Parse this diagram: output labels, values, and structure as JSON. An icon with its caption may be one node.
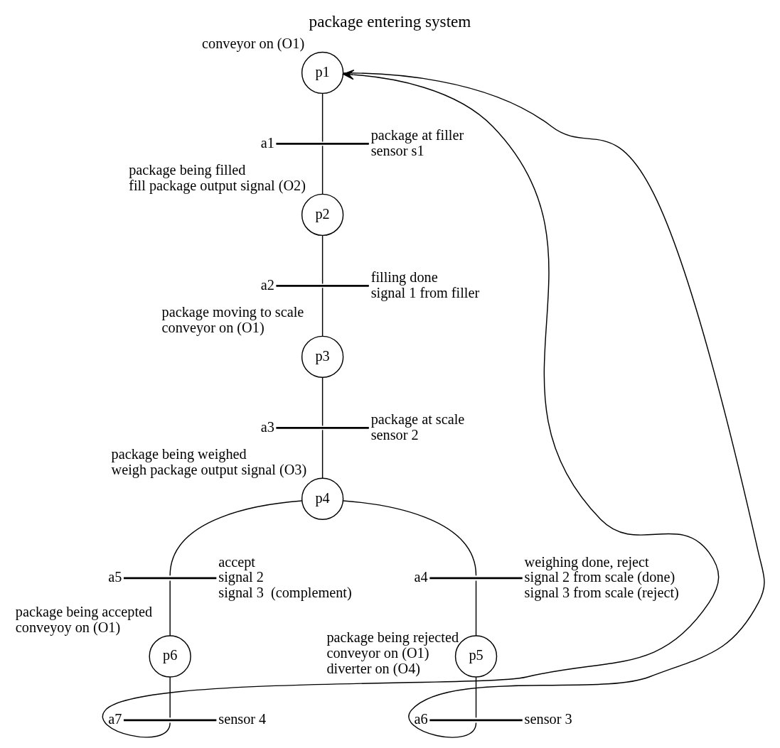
{
  "diagram": {
    "title": "package entering system",
    "nodes": [
      {
        "text": [
          "p1"
        ],
        "beside": [
          "conveyor on (O1)"
        ]
      },
      {
        "text": [
          "a1"
        ],
        "beside": [
          "package at filler",
          "sensor s1"
        ]
      },
      {
        "text": [
          "p2"
        ],
        "beside": [
          "package being filled",
          "fill package output signal (O2)"
        ]
      },
      {
        "text": [
          "a2"
        ],
        "beside": [
          "filling done",
          "signal 1 from filler"
        ]
      },
      {
        "text": [
          "p3"
        ],
        "beside": [
          "package moving to scale",
          "conveyor on (O1)"
        ]
      },
      {
        "text": [
          "a3"
        ],
        "beside": [
          "package at scale",
          "sensor 2"
        ]
      },
      {
        "text": [
          "p4"
        ],
        "beside": [
          "package being weighed",
          "weigh package output signal (O3)"
        ]
      },
      {
        "text": [
          "a5"
        ],
        "beside": [
          "accept",
          "signal 2",
          "signal 3  (complement)"
        ]
      },
      {
        "text": [
          "a4"
        ],
        "beside": [
          "weighing done, reject",
          "signal 2 from scale (done)",
          "signal 3 from scale (reject)"
        ]
      },
      {
        "text": [
          "p6"
        ],
        "beside": [
          "package being accepted",
          "conveyoy on (O1)"
        ]
      },
      {
        "text": [
          "p5"
        ],
        "beside": [
          "package being rejected",
          "conveyor on (O1)",
          "diverter on (O4)"
        ]
      },
      {
        "text": [
          "a7"
        ],
        "beside": [
          "sensor 4"
        ]
      },
      {
        "text": [
          "a6"
        ],
        "beside": [
          "sensor 3"
        ]
      }
    ],
    "edges": [
      {
        "from": 0,
        "to": 1,
        "arrow": "none"
      },
      {
        "from": 1,
        "to": 2,
        "arrow": "none"
      },
      {
        "from": 2,
        "to": 3,
        "arrow": "none"
      },
      {
        "from": 3,
        "to": 4,
        "arrow": "none"
      },
      {
        "from": 4,
        "to": 5,
        "arrow": "none"
      },
      {
        "from": 5,
        "to": 6,
        "arrow": "none"
      },
      {
        "from": 6,
        "to": 7,
        "arrow": "none"
      },
      {
        "from": 6,
        "to": 8,
        "arrow": "none"
      },
      {
        "from": 7,
        "to": 9,
        "arrow": "none"
      },
      {
        "from": 8,
        "to": 10,
        "arrow": "none"
      },
      {
        "from": 9,
        "to": 11,
        "arrow": "none"
      },
      {
        "from": 10,
        "to": 12,
        "arrow": "none"
      },
      {
        "from": 11,
        "to": 0,
        "arrow": "to"
      },
      {
        "from": 12,
        "to": 0,
        "arrow": "none"
      }
    ]
  }
}
